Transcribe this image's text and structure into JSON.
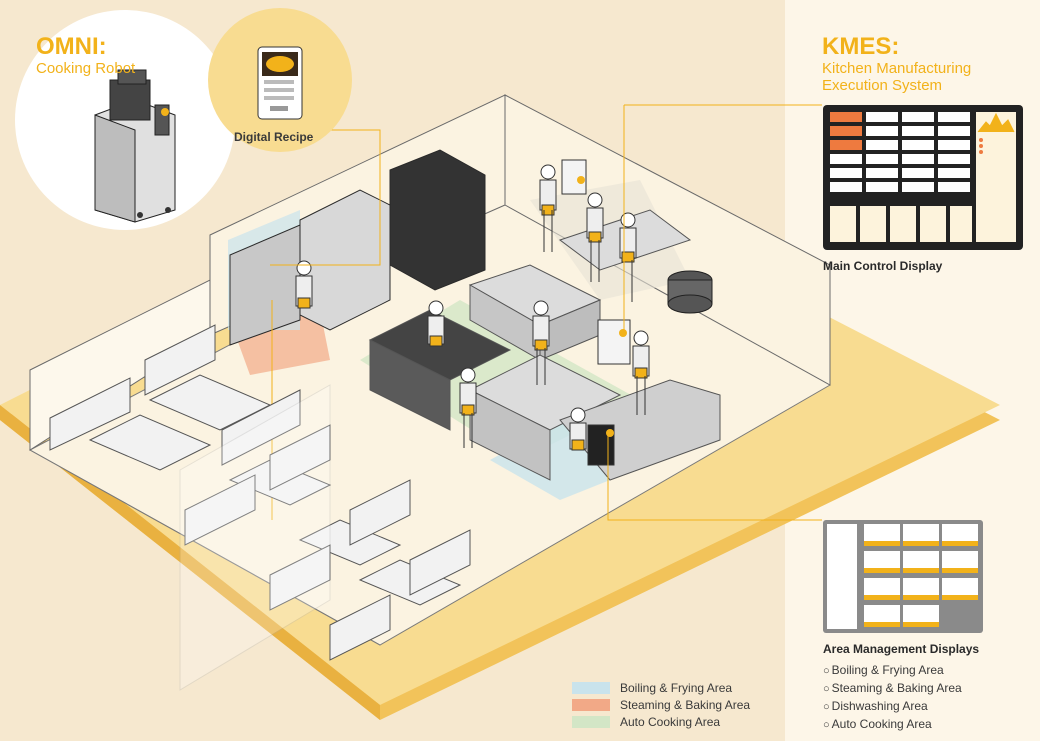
{
  "omni": {
    "title": "OMNI:",
    "subtitle": "Cooking Robot",
    "recipe_label": "Digital Recipe"
  },
  "kmes": {
    "title": "KMES:",
    "subtitle_line1": "Kitchen Manufacturing",
    "subtitle_line2": "Execution System",
    "display_label": "Main Control Display"
  },
  "area_displays": {
    "title": "Area Management Displays",
    "items": [
      "Boiling & Frying Area",
      "Steaming & Baking Area",
      "Dishwashing Area",
      "Auto Cooking Area"
    ]
  },
  "legend": [
    {
      "label": "Boiling & Frying Area",
      "color": "#c9e3ec"
    },
    {
      "label": "Steaming & Baking Area",
      "color": "#f2a987"
    },
    {
      "label": "Auto Cooking Area",
      "color": "#d3e6c6"
    }
  ],
  "colors": {
    "accent": "#f2b21a",
    "background": "#f6e8cf",
    "floor": "#f7d98c",
    "panel": "#fdf6e8"
  }
}
